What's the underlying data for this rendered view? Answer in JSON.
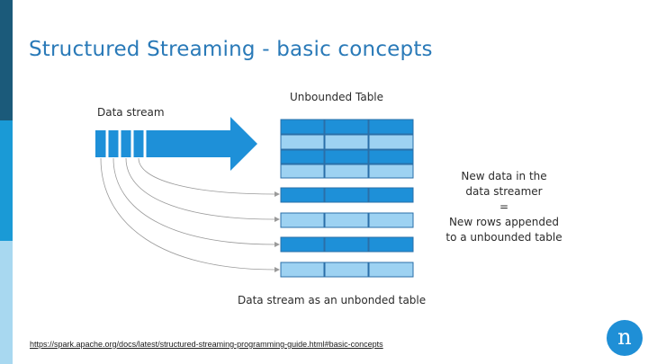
{
  "slide": {
    "title": "Structured Streaming - basic concepts",
    "data_stream_label": "Data stream",
    "unbounded_table_label": "Unbounded Table",
    "caption": "Data stream as an unbonded table",
    "note_lines": [
      "New data in the",
      "data streamer",
      "=",
      "New rows appended",
      "to a unbounded table"
    ],
    "url": "https://spark.apache.org/docs/latest/structured-streaming-programming-guide.html#basic-concepts",
    "logo_glyph": "n"
  },
  "colors": {
    "accent": "#2a7ab8",
    "arrow": "#1e90d8",
    "cell_dark": "#1e90d8",
    "cell_light": "#9dd2f2",
    "cell_border": "#2a6fa8",
    "sidebar_dark": "#1b5a7a",
    "sidebar_mid": "#1a9ad6",
    "sidebar_light": "#a8d8f0",
    "connector": "#9a9a9a"
  }
}
